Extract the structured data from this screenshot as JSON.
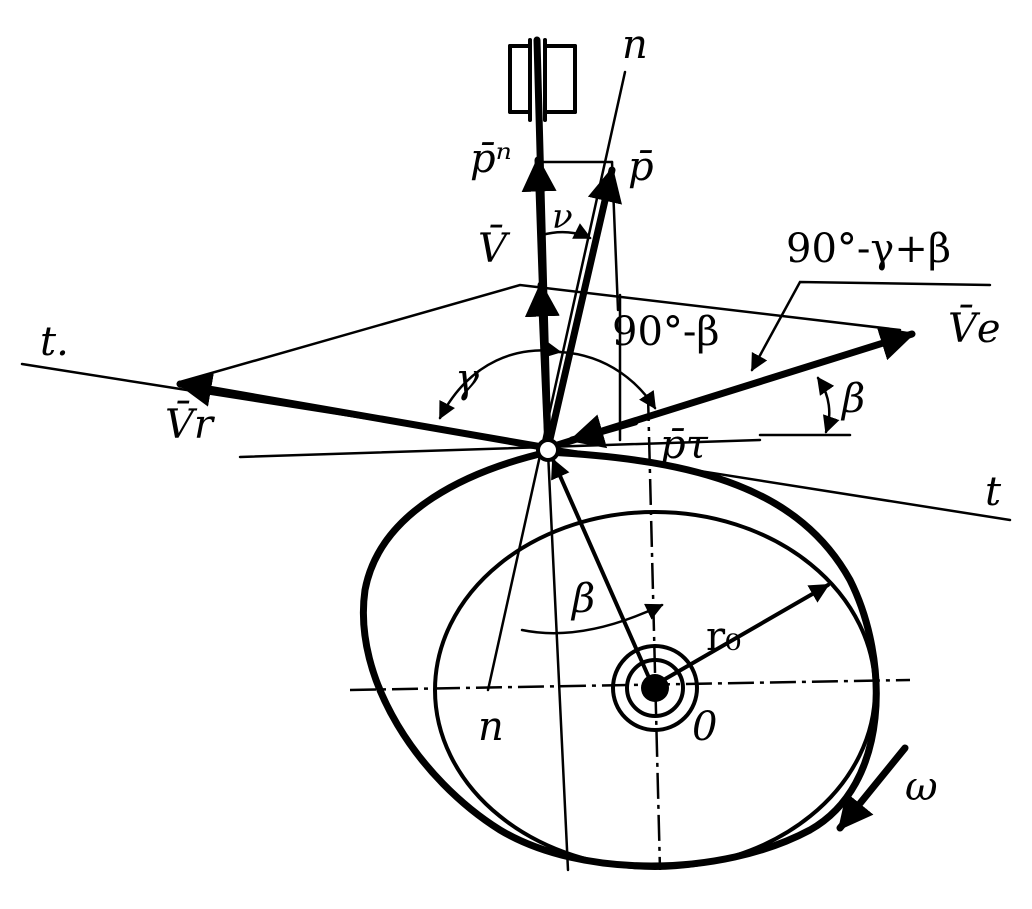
{
  "diagram": {
    "labels": {
      "n_top": "n",
      "n_bottom": "n",
      "t_left": "t.",
      "t_right": "t",
      "p_n": "p̄ⁿ",
      "p": "p̄",
      "nu": "ν",
      "v": "V̄",
      "angle_90_gamma_beta": "90°-γ+β",
      "v_e": "V̄e",
      "angle_90_beta": "90°-β",
      "gamma": "γ",
      "beta_right": "β",
      "v_r": "V̄r",
      "p_tau": "p̄τ",
      "beta_bottom": "β",
      "r0": "r₀",
      "o": "0",
      "omega": "ω"
    },
    "colors": {
      "ink": "#000000",
      "paper": "#ffffff"
    }
  }
}
